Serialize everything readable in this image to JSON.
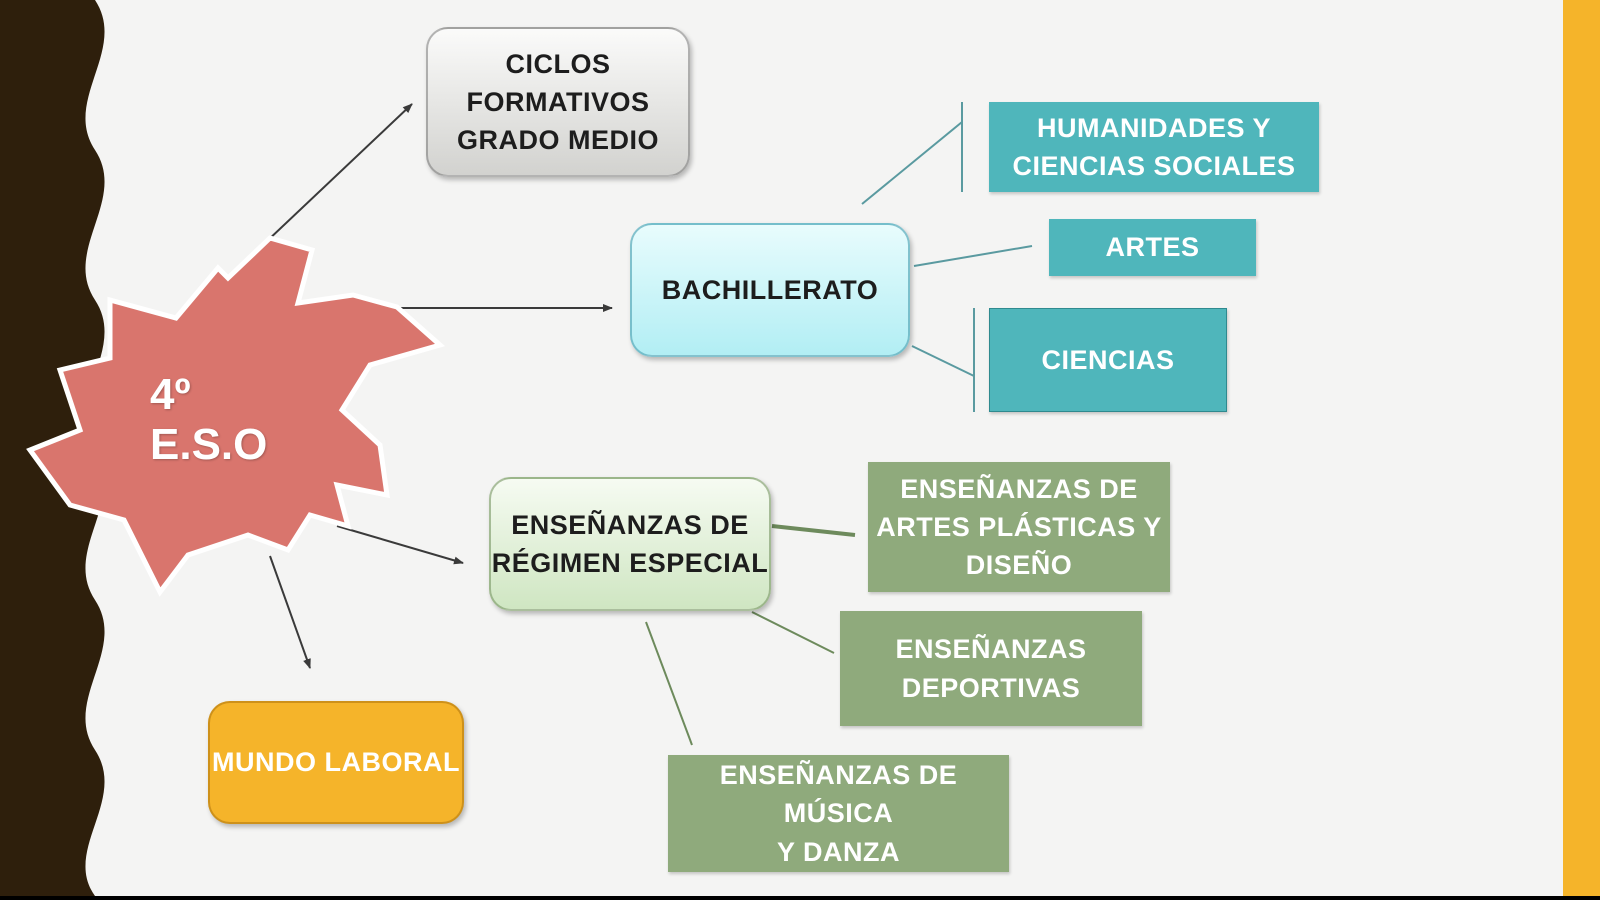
{
  "center": {
    "label": "4º E.S.O"
  },
  "branches": {
    "ciclos": [
      "CICLOS",
      "FORMATIVOS",
      "GRADO MEDIO"
    ],
    "bachillerato": [
      "BACHILLERATO"
    ],
    "regimen_especial": [
      "ENSEÑANZAS DE",
      "RÉGIMEN ESPECIAL"
    ],
    "mundo_laboral": [
      "MUNDO LABORAL"
    ]
  },
  "bachillerato_modalidades": {
    "humanidades": [
      "HUMANIDADES Y",
      "CIENCIAS SOCIALES"
    ],
    "artes": [
      "ARTES"
    ],
    "ciencias": [
      "CIENCIAS"
    ]
  },
  "regimen_especial_tipos": {
    "artes_plasticas": [
      "ENSEÑANZAS DE",
      "ARTES PLÁSTICAS Y",
      "DISEÑO"
    ],
    "deportivas": [
      "ENSEÑANZAS",
      "DEPORTIVAS"
    ],
    "musica_danza": [
      "ENSEÑANZAS DE MÚSICA",
      "Y DANZA"
    ]
  },
  "colors": {
    "star": "#d9756d",
    "teal": "#4fb6bb",
    "sage": "#8faa7c",
    "orange": "#f5b42a",
    "dark_band": "#2e1f0c"
  }
}
